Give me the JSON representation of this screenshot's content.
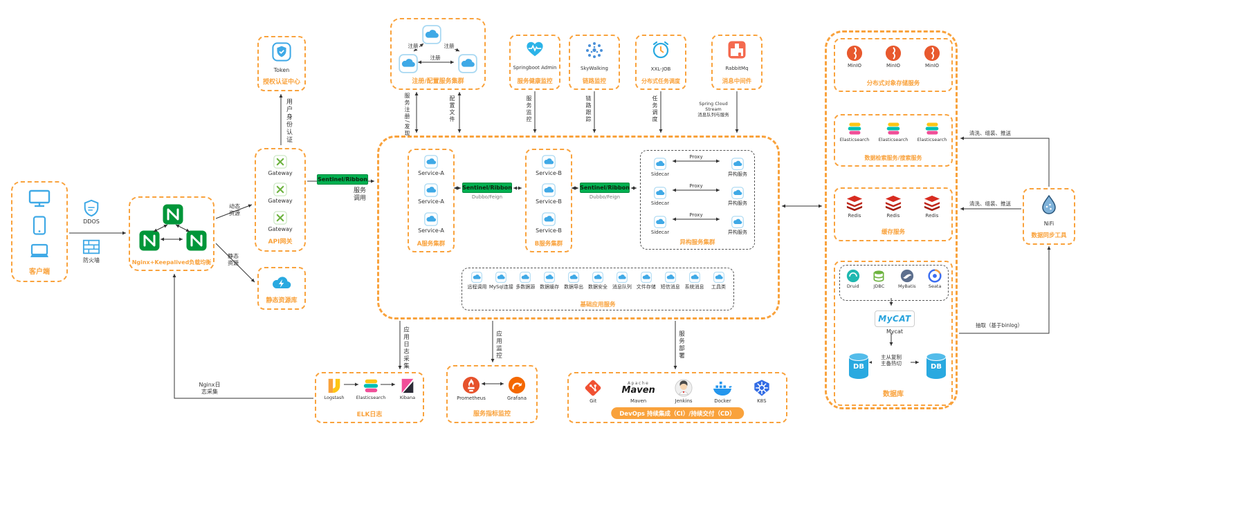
{
  "client": {
    "label": "客户端"
  },
  "security": {
    "ddos": "DDOS",
    "firewall": "防火墙"
  },
  "nginx": {
    "label": "Nginx+Keepalived负载均衡"
  },
  "auth": {
    "name": "Token",
    "label": "授权认证中心"
  },
  "gateway": {
    "item": "Gateway",
    "label": "API网关"
  },
  "static_repo": {
    "label": "静态资源库"
  },
  "registry": {
    "label": "注册/配置服务集群",
    "register": "注册"
  },
  "monitors": {
    "sba": {
      "name": "Springboot Admin",
      "label": "服务健康监控",
      "edge": "服务监控"
    },
    "sky": {
      "name": "SkyWalking",
      "label": "链路监控",
      "edge": "链路跟踪"
    },
    "xxl": {
      "name": "XXL-JOB",
      "label": "分布式任务调度",
      "edge": "任务调度"
    },
    "mq": {
      "name": "RabbitMq",
      "label": "消息中间件",
      "edge": "Spring Cloud Stream\n消息队列与服务"
    }
  },
  "cluster_a": {
    "item": "Service-A",
    "label": "A服务集群"
  },
  "cluster_b": {
    "item": "Service-B",
    "label": "B服务集群"
  },
  "rpc": {
    "box": "Sentinel/Ribbon",
    "sub": "Dubbo/Feign"
  },
  "hetero": {
    "label": "异构服务集群",
    "sidecar": "Sidecar",
    "proxy": "Proxy",
    "service": "异构服务"
  },
  "base": {
    "label": "基础应用服务",
    "items": [
      "远程调用",
      "MySql连接",
      "多数据源",
      "数据缓存",
      "数据导出",
      "数据安全",
      "消息队列",
      "文件存储",
      "短信消息",
      "系统消息",
      "工具类"
    ]
  },
  "minio": {
    "item": "MinIO",
    "label": "分布式对象存储服务"
  },
  "es": {
    "item": "Elasticsearch",
    "label": "数据检索服务/搜索服务"
  },
  "redis": {
    "item": "Redis",
    "label": "缓存服务"
  },
  "dbgroup": {
    "access": [
      "Druid",
      "JDBC",
      "MyBatis",
      "Seata"
    ],
    "mycat_logo": "MyCAT",
    "mycat": "Mycat",
    "db": "DB",
    "replica": "主从复制\n主备热切",
    "label": "数据库"
  },
  "nifi": {
    "name": "NiFi",
    "label": "数据同步工具"
  },
  "elk": {
    "items": [
      "Logstash",
      "Elasticsearch",
      "Kibana"
    ],
    "label": "ELK日志"
  },
  "metrics": {
    "items": [
      "Prometheus",
      "Grafana"
    ],
    "label": "服务指标监控"
  },
  "devops": {
    "items": [
      "Git",
      "Maven",
      "Jenkins",
      "Docker",
      "K8S"
    ],
    "maven_logo": {
      "top": "Apache",
      "word": "Maven"
    },
    "label": "DevOps 持续集成（CI）/持续交付（CD）"
  },
  "edges": {
    "auth": "用户身份认证",
    "dynamic": "动态资源",
    "static": "静态资源",
    "call": "服务调用",
    "sentinel": "Sentinel/Ribbon",
    "reg_discover": "服务注册/发现",
    "config": "配置文件",
    "applog": "应用日志采集",
    "appmon": "应用监控",
    "deploy": "服务部署",
    "nginxlog": "Nginx日\n志采集",
    "clean1": "清洗、组装、推送",
    "clean2": "清洗、组装、推送",
    "binlog": "抽取（基于binlog）"
  }
}
